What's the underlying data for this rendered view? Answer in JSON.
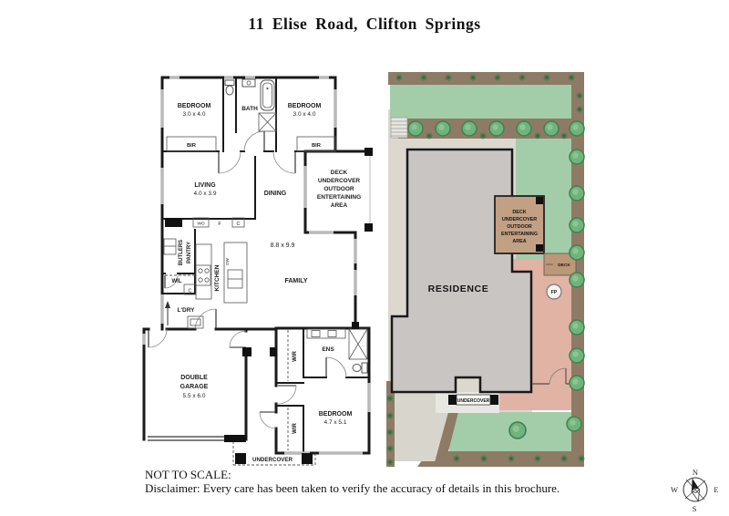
{
  "title": "11 Elise Road, Clifton Springs",
  "floorplan": {
    "bedroom2": {
      "name": "BEDROOM",
      "dims": "3.0 x 4.0"
    },
    "bedroom3": {
      "name": "BEDROOM",
      "dims": "3.0 x 4.0"
    },
    "bath": "BATH",
    "bir": "BIR",
    "living": {
      "name": "LIVING",
      "dims": "4.0 x 3.9"
    },
    "dining": "DINING",
    "deck": [
      "DECK",
      "UNDERCOVER",
      "OUTDOOR",
      "ENTERTAINING",
      "AREA"
    ],
    "family": "FAMILY",
    "open_area_dims": "8.8 x 9.9",
    "butlers_pantry": [
      "BUTLERS",
      "PANTRY"
    ],
    "kitchen": "KITCHEN",
    "wil": "WIL",
    "ldry": "L'DRY",
    "cupboard": "C",
    "fridge": "F",
    "wall_oven": "WO",
    "dishwasher": "DW",
    "garage": {
      "line1": "DOUBLE",
      "line2": "GARAGE",
      "dims": "5.5 x 6.0"
    },
    "wir": "WIR",
    "ens": "ENS",
    "bedroom_main": {
      "name": "BEDROOM",
      "dims": "4.7 x 5.1"
    },
    "undercover": "UNDERCOVER"
  },
  "siteplan": {
    "residence": "RESIDENCE",
    "deck_area": [
      "DECK",
      "UNDERCOVER",
      "OUTDOOR",
      "ENTERTAINING",
      "AREA"
    ],
    "deck_small": "DECK",
    "firepit": "FP",
    "undercover": "UNDERCOVER",
    "colors": {
      "lawn": "#a3cda9",
      "garden_bed": "#8d7b66",
      "path": "#dcd8d0",
      "residence_fill": "#c9c5c3",
      "deck_fill": "#c2a083",
      "paving": "#e0b3a4",
      "tree": "#6fb47c"
    }
  },
  "footer": {
    "scale_note": "NOT TO SCALE:",
    "disclaimer": "Disclaimer: Every care has been taken to verify the accuracy of details in this brochure."
  },
  "compass": {
    "north": "N",
    "east": "E",
    "south": "S",
    "west": "W"
  }
}
